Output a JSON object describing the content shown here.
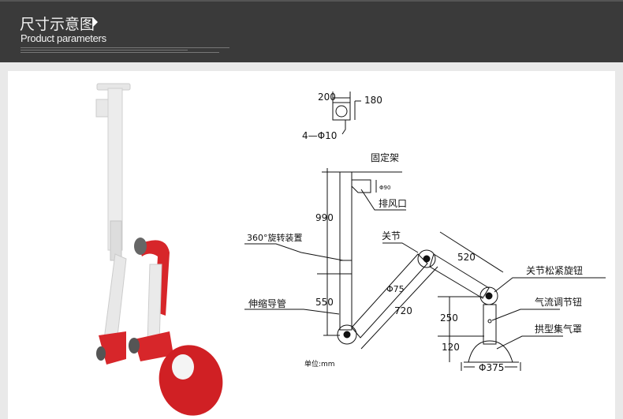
{
  "header": {
    "title_cn": "尺寸示意图",
    "title_en": "Product parameters"
  },
  "diagram": {
    "flange_width": "200",
    "flange_height": "180",
    "holes": "4—Φ10",
    "mount": "固定架",
    "outlet_dia": "Φ90",
    "outlet": "排风口",
    "upper_length": "990",
    "rotation": "360°旋转装置",
    "lower_length": "550",
    "telescopic": "伸缩导管",
    "joint": "关节",
    "pipe_dia": "Φ75",
    "arm1_length": "720",
    "arm2_length": "520",
    "joint_knob": "关节松紧旋钮",
    "airflow_knob": "气流调节钮",
    "neck_height": "250",
    "hood_height": "120",
    "hood": "拱型集气罩",
    "hood_dia": "Φ375",
    "unit": "单位:mm"
  }
}
